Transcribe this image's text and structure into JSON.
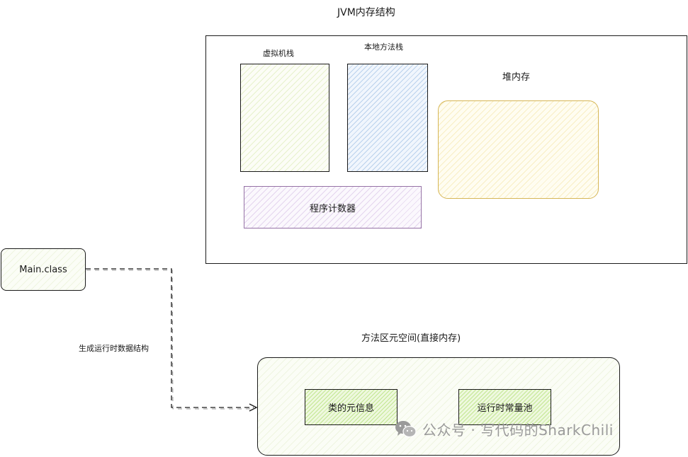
{
  "jvm": {
    "title": "JVM内存结构",
    "vm_stack": "虚拟机栈",
    "native_stack": "本地方法栈",
    "heap": "堆内存",
    "pc_register": "程序计数器"
  },
  "source": {
    "label": "Main.class"
  },
  "edge": {
    "label": "生成运行时数据结构"
  },
  "metaspace": {
    "title": "方法区元空间(直接内存)",
    "class_meta": "类的元信息",
    "constant_pool": "运行时常量池"
  },
  "watermark": {
    "text": "公众号 · 写代码的SharkChili"
  },
  "colors": {
    "stroke": "#1a1a1a",
    "native_stack_fill": "#dae8fc",
    "heap_stroke": "#d6b656",
    "pc_stroke": "#9673a6",
    "green_fill": "#d5e8d4",
    "lime_fill": "#cdeb8b",
    "watermark": "#9a9a9a"
  }
}
